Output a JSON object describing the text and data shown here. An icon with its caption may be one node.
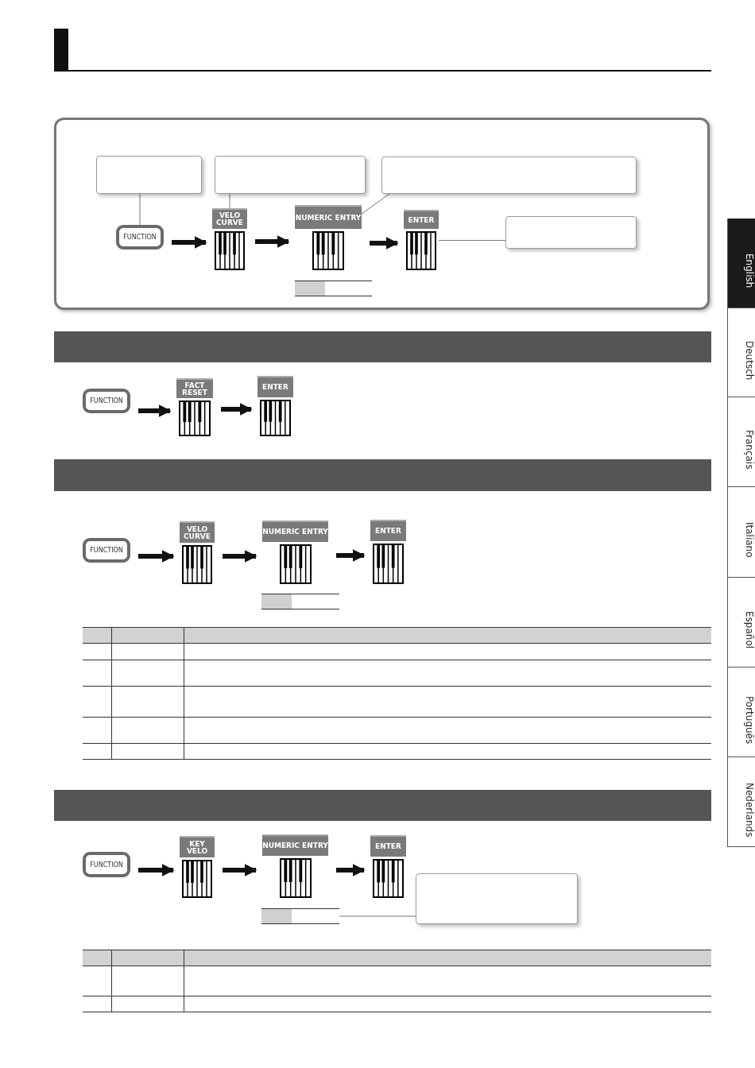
{
  "diagram": {
    "nodes": [
      {
        "text": [],
        "shape": "box"
      },
      {
        "text": [],
        "shape": "box"
      },
      {
        "text": [],
        "shape": "box"
      },
      {
        "text": [
          "FUNCTION"
        ]
      },
      {
        "text": [
          "VELO CURVE"
        ]
      },
      {
        "text": [
          "NUMERIC ENTRY"
        ]
      },
      {
        "text": [
          "ENTER"
        ]
      },
      {
        "text": [],
        "shape": "box"
      },
      {
        "text": [],
        "shape": "bar"
      },
      {
        "text": [
          "FUNCTION"
        ]
      },
      {
        "text": [
          "FACT RESET"
        ]
      },
      {
        "text": [
          "ENTER"
        ]
      },
      {
        "text": [
          "FUNCTION"
        ]
      },
      {
        "text": [
          "VELO CURVE"
        ]
      },
      {
        "text": [
          "NUMERIC ENTRY"
        ]
      },
      {
        "text": [
          "ENTER"
        ]
      },
      {
        "text": [],
        "shape": "bar"
      },
      {
        "text": [
          "FUNCTION"
        ]
      },
      {
        "text": [
          "KEY VELO"
        ]
      },
      {
        "text": [
          "NUMERIC ENTRY"
        ]
      },
      {
        "text": [
          "ENTER"
        ]
      },
      {
        "text": [],
        "shape": "bar"
      },
      {
        "text": [],
        "shape": "box"
      }
    ],
    "edges": [
      {
        "from": 0,
        "to": 3,
        "arrow": "none",
        "color": "#777777"
      },
      {
        "from": 1,
        "to": 4,
        "arrow": "none",
        "color": "#777777"
      },
      {
        "from": 2,
        "to": 5,
        "arrow": "none",
        "color": "#777777"
      },
      {
        "from": 7,
        "to": 6,
        "arrow": "none",
        "color": "#777777"
      },
      {
        "from": 3,
        "to": 4,
        "arrow": "to"
      },
      {
        "from": 4,
        "to": 5,
        "arrow": "to"
      },
      {
        "from": 5,
        "to": 6,
        "arrow": "to"
      },
      {
        "from": 9,
        "to": 10,
        "arrow": "to"
      },
      {
        "from": 10,
        "to": 11,
        "arrow": "to"
      },
      {
        "from": 12,
        "to": 13,
        "arrow": "to"
      },
      {
        "from": 13,
        "to": 14,
        "arrow": "to"
      },
      {
        "from": 14,
        "to": 15,
        "arrow": "to"
      },
      {
        "from": 17,
        "to": 18,
        "arrow": "to"
      },
      {
        "from": 18,
        "to": 19,
        "arrow": "to"
      },
      {
        "from": 19,
        "to": 20,
        "arrow": "to"
      },
      {
        "from": 22,
        "to": 21,
        "arrow": "none",
        "color": "#777777"
      }
    ],
    "labels": [
      "English",
      "Deutsch",
      "Français",
      "Italiano",
      "Español",
      "Português",
      "Nederlands"
    ]
  }
}
